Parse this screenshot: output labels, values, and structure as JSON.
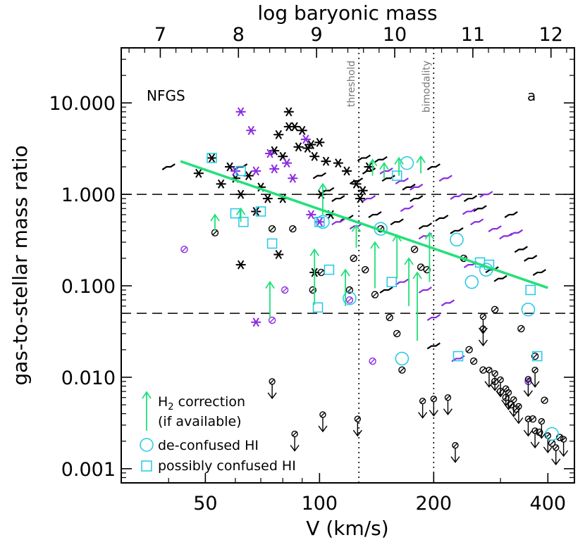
{
  "chart_data": {
    "type": "scatter",
    "panel_label": "NFGS",
    "panel_letter": "a",
    "x_axis": {
      "label": "V (km/s)",
      "scale": "log",
      "range": [
        30,
        470
      ],
      "ticks": [
        50,
        100,
        200,
        400
      ],
      "tick_labels": [
        "50",
        "100",
        "200",
        "400"
      ]
    },
    "x2_axis": {
      "label": "log baryonic mass",
      "range": [
        6.5,
        12.3
      ],
      "ticks": [
        7,
        8,
        9,
        10,
        11,
        12
      ],
      "tick_labels": [
        "7",
        "8",
        "9",
        "10",
        "11",
        "12"
      ]
    },
    "y_axis": {
      "label": "gas-to-stellar mass ratio",
      "scale": "log",
      "range": [
        0.0007,
        40
      ],
      "ticks": [
        0.001,
        0.01,
        0.1,
        1,
        10
      ],
      "tick_labels": [
        "0.001",
        "0.010",
        "0.100",
        "1.000",
        "10.000"
      ]
    },
    "reference_lines": {
      "horizontal_dashed": [
        1.0,
        0.05
      ],
      "vertical_dotted": [
        {
          "x": 127,
          "label": "threshold"
        },
        {
          "x": 200,
          "label": "bimodality"
        }
      ]
    },
    "fit_line": {
      "color": "#22e07a",
      "points": [
        [
          43,
          2.3
        ],
        [
          400,
          0.095
        ]
      ]
    },
    "colors": {
      "black": "#000000",
      "purple": "#8a2be2",
      "green": "#22e07a",
      "cyan": "#22c8e6"
    },
    "legend": [
      {
        "marker": "green-arrow",
        "label_main": "H",
        "label_sub": "2",
        "label_rest": " correction",
        "label_line2": "(if available)"
      },
      {
        "marker": "cyan-circle",
        "label": "de-confused HI"
      },
      {
        "marker": "cyan-square",
        "label": "possibly confused HI"
      }
    ],
    "series": {
      "stars": [
        [
          48,
          1.7,
          "k"
        ],
        [
          52,
          2.5,
          "k"
        ],
        [
          55,
          1.3,
          "k"
        ],
        [
          58,
          2.0,
          "k"
        ],
        [
          60,
          1.5,
          "k"
        ],
        [
          62,
          1.0,
          "k"
        ],
        [
          65,
          1.6,
          "k"
        ],
        [
          68,
          0.65,
          "k"
        ],
        [
          70,
          1.2,
          "k"
        ],
        [
          73,
          0.9,
          "k"
        ],
        [
          62,
          0.17,
          "k"
        ],
        [
          76,
          3.0,
          "k"
        ],
        [
          78,
          4.5,
          "k"
        ],
        [
          80,
          2.6,
          "k"
        ],
        [
          83,
          5.5,
          "k"
        ],
        [
          86,
          5.5,
          "k"
        ],
        [
          88,
          3.3,
          "k"
        ],
        [
          90,
          5.0,
          "k"
        ],
        [
          93,
          3.2,
          "k"
        ],
        [
          95,
          3.5,
          "k"
        ],
        [
          97,
          2.6,
          "k"
        ],
        [
          100,
          3.7,
          "k"
        ],
        [
          101,
          1.0,
          "k"
        ],
        [
          104,
          2.3,
          "k"
        ],
        [
          107,
          0.6,
          "k"
        ],
        [
          112,
          2.2,
          "k"
        ],
        [
          118,
          1.8,
          "k"
        ],
        [
          125,
          1.3,
          "k"
        ],
        [
          128,
          0.9,
          "k"
        ],
        [
          130,
          1.1,
          "k"
        ],
        [
          135,
          2.0,
          "k"
        ],
        [
          78,
          0.22,
          "k"
        ],
        [
          80,
          0.9,
          "k"
        ],
        [
          83,
          8.0,
          "k"
        ],
        [
          97,
          0.14,
          "k"
        ],
        [
          62,
          8.0,
          "p"
        ],
        [
          66,
          5.0,
          "p"
        ],
        [
          68,
          1.8,
          "p"
        ],
        [
          74,
          2.8,
          "p"
        ],
        [
          76,
          1.9,
          "p"
        ],
        [
          82,
          2.2,
          "p"
        ],
        [
          85,
          1.5,
          "p"
        ],
        [
          92,
          4.0,
          "p"
        ],
        [
          95,
          0.6,
          "p"
        ],
        [
          68,
          0.04,
          "p"
        ],
        [
          60,
          1.8,
          "p"
        ],
        [
          100,
          0.5,
          "p"
        ]
      ],
      "circles": [
        [
          53,
          0.38,
          "k"
        ],
        [
          75,
          0.42,
          "k"
        ],
        [
          101,
          0.14,
          "k"
        ],
        [
          120,
          0.09,
          "k"
        ],
        [
          123,
          0.2,
          "k"
        ],
        [
          132,
          0.15,
          "k"
        ],
        [
          140,
          0.08,
          "k"
        ],
        [
          145,
          0.42,
          "k"
        ],
        [
          153,
          0.045,
          "k"
        ],
        [
          160,
          0.03,
          "k"
        ],
        [
          165,
          0.012,
          "k"
        ],
        [
          178,
          0.25,
          "k"
        ],
        [
          185,
          0.16,
          "k"
        ],
        [
          192,
          0.15,
          "k"
        ],
        [
          240,
          0.2,
          "k"
        ],
        [
          248,
          0.02,
          "k"
        ],
        [
          255,
          0.015,
          "k"
        ],
        [
          270,
          0.012,
          "k"
        ],
        [
          290,
          0.009,
          "k"
        ],
        [
          300,
          0.007,
          "k"
        ],
        [
          310,
          0.006,
          "k"
        ],
        [
          320,
          0.005,
          "k"
        ],
        [
          330,
          0.0045,
          "k"
        ],
        [
          340,
          0.034,
          "k"
        ],
        [
          365,
          0.0035,
          "k"
        ],
        [
          380,
          0.0025,
          "k"
        ],
        [
          392,
          0.0056,
          "k"
        ],
        [
          410,
          0.0019,
          "k"
        ],
        [
          430,
          0.0022,
          "k"
        ],
        [
          85,
          0.42,
          "k"
        ],
        [
          96,
          0.09,
          "k"
        ],
        [
          290,
          0.055,
          "k"
        ],
        [
          370,
          0.017,
          "k"
        ],
        [
          44,
          0.25,
          "p"
        ],
        [
          75,
          0.042,
          "p"
        ],
        [
          81,
          0.09,
          "p"
        ],
        [
          120,
          0.07,
          "p"
        ],
        [
          138,
          0.015,
          "p"
        ],
        [
          355,
          0.009,
          "p"
        ]
      ],
      "dashes": [
        [
          40,
          2.0,
          "k"
        ],
        [
          62,
          2.0,
          "k"
        ],
        [
          100,
          1.6,
          "k"
        ],
        [
          105,
          1.1,
          "k"
        ],
        [
          112,
          0.9,
          "k"
        ],
        [
          118,
          0.55,
          "k"
        ],
        [
          125,
          1.4,
          "k"
        ],
        [
          131,
          2.5,
          "k"
        ],
        [
          135,
          1.8,
          "k"
        ],
        [
          140,
          0.6,
          "k"
        ],
        [
          145,
          2.4,
          "k"
        ],
        [
          152,
          1.5,
          "k"
        ],
        [
          160,
          0.5,
          "k"
        ],
        [
          172,
          1.2,
          "k"
        ],
        [
          180,
          0.9,
          "k"
        ],
        [
          190,
          0.45,
          "k"
        ],
        [
          200,
          2.0,
          "k"
        ],
        [
          210,
          0.55,
          "k"
        ],
        [
          230,
          0.4,
          "k"
        ],
        [
          250,
          0.9,
          "k"
        ],
        [
          265,
          0.7,
          "k"
        ],
        [
          285,
          0.15,
          "k"
        ],
        [
          300,
          0.12,
          "k"
        ],
        [
          320,
          0.6,
          "k"
        ],
        [
          340,
          0.25,
          "k"
        ],
        [
          360,
          0.2,
          "k"
        ],
        [
          380,
          0.14,
          "k"
        ],
        [
          200,
          0.022,
          "k"
        ],
        [
          150,
          0.09,
          "k"
        ],
        [
          112,
          0.5,
          "p"
        ],
        [
          125,
          0.45,
          "p"
        ],
        [
          135,
          0.9,
          "p"
        ],
        [
          150,
          1.8,
          "p"
        ],
        [
          165,
          1.4,
          "p"
        ],
        [
          170,
          0.7,
          "p"
        ],
        [
          180,
          1.2,
          "p"
        ],
        [
          190,
          0.35,
          "p"
        ],
        [
          215,
          1.5,
          "p"
        ],
        [
          230,
          0.95,
          "p"
        ],
        [
          248,
          0.65,
          "p"
        ],
        [
          260,
          0.5,
          "p"
        ],
        [
          275,
          1.0,
          "p"
        ],
        [
          290,
          0.42,
          "p"
        ],
        [
          310,
          0.35,
          "p"
        ],
        [
          330,
          0.38,
          "p"
        ],
        [
          250,
          0.17,
          "p"
        ],
        [
          165,
          0.11,
          "p"
        ],
        [
          190,
          0.09,
          "p"
        ],
        [
          200,
          0.045,
          "p"
        ],
        [
          218,
          0.065,
          "p"
        ],
        [
          232,
          0.016,
          "p"
        ]
      ],
      "arrows_down": [
        [
          86,
          0.0024
        ],
        [
          102,
          0.0039
        ],
        [
          126,
          0.0035
        ],
        [
          187,
          0.0055
        ],
        [
          200,
          0.0058
        ],
        [
          218,
          0.006
        ],
        [
          228,
          0.0018
        ],
        [
          270,
          0.034
        ],
        [
          280,
          0.012
        ],
        [
          290,
          0.011
        ],
        [
          300,
          0.0094
        ],
        [
          310,
          0.0075
        ],
        [
          315,
          0.0068
        ],
        [
          325,
          0.0057
        ],
        [
          335,
          0.0048
        ],
        [
          355,
          0.0035
        ],
        [
          370,
          0.0026
        ],
        [
          385,
          0.0033
        ],
        [
          400,
          0.0023
        ],
        [
          420,
          0.0017
        ],
        [
          440,
          0.0021
        ],
        [
          270,
          0.046
        ],
        [
          370,
          0.012
        ],
        [
          75,
          0.009
        ],
        [
          355,
          0.0095
        ]
      ],
      "arrows_up": [
        [
          74,
          0.044,
          0.11
        ],
        [
          97,
          0.062,
          0.25
        ],
        [
          117,
          0.06,
          0.15
        ],
        [
          125,
          0.26,
          0.46
        ],
        [
          140,
          0.094,
          0.3
        ],
        [
          160,
          0.12,
          0.36
        ],
        [
          172,
          0.06,
          0.2
        ],
        [
          181,
          0.025,
          0.14
        ],
        [
          195,
          0.11,
          0.38
        ],
        [
          53,
          0.4,
          0.6
        ],
        [
          62,
          0.5,
          0.7
        ],
        [
          102,
          0.6,
          1.3
        ],
        [
          138,
          1.6,
          2.4
        ],
        [
          148,
          1.5,
          2.2
        ],
        [
          162,
          1.6,
          2.5
        ],
        [
          185,
          1.7,
          2.6
        ]
      ],
      "cyan_circles": [
        [
          120,
          0.073
        ],
        [
          145,
          0.42
        ],
        [
          165,
          0.016
        ],
        [
          170,
          2.2
        ],
        [
          230,
          0.32
        ],
        [
          252,
          0.11
        ],
        [
          275,
          0.15
        ],
        [
          355,
          0.055
        ],
        [
          410,
          0.0024
        ],
        [
          102,
          0.5
        ]
      ],
      "cyan_squares": [
        [
          52,
          2.5
        ],
        [
          60,
          0.62
        ],
        [
          62,
          1.8
        ],
        [
          63,
          0.5
        ],
        [
          70,
          0.65
        ],
        [
          75,
          0.29
        ],
        [
          99,
          0.058
        ],
        [
          100,
          0.5
        ],
        [
          106,
          0.15
        ],
        [
          155,
          0.11
        ],
        [
          160,
          1.6
        ],
        [
          232,
          0.017
        ],
        [
          280,
          0.17
        ],
        [
          360,
          0.09
        ],
        [
          375,
          0.017
        ],
        [
          265,
          0.18
        ]
      ]
    }
  }
}
